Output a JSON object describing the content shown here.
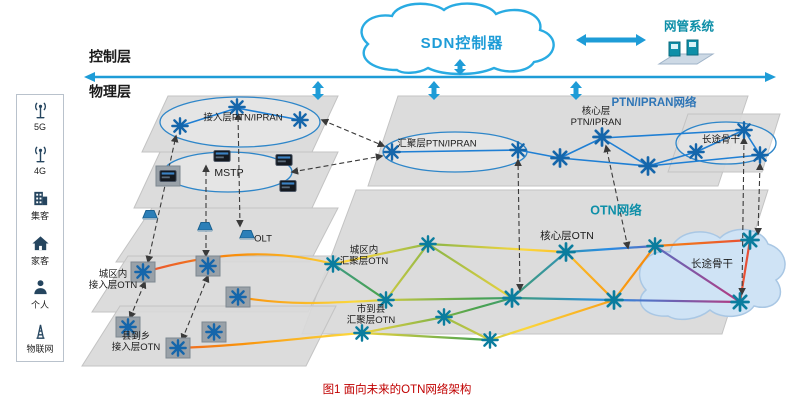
{
  "caption": "图1  面向未来的OTN网络架构",
  "layer_labels": {
    "control": "控制层",
    "physical": "物理层"
  },
  "sdn": {
    "label": "SDN控制器"
  },
  "nms": {
    "label": "网管系统"
  },
  "sidebar": {
    "items": [
      {
        "label": "5G",
        "icon": "antenna-5g-icon"
      },
      {
        "label": "4G",
        "icon": "antenna-4g-icon"
      },
      {
        "label": "集客",
        "icon": "building-icon"
      },
      {
        "label": "家客",
        "icon": "home-icon"
      },
      {
        "label": "个人",
        "icon": "person-icon"
      },
      {
        "label": "物联网",
        "icon": "iot-tower-icon"
      }
    ]
  },
  "ptn": {
    "access": "接入层PTN/IPRAN",
    "aggregation": "汇聚层PTN/IPRAN",
    "core": "核心层\nPTN/IPRAN",
    "network": "PTN/IPRAN网络",
    "longhaul": "长途骨干"
  },
  "legacy": {
    "mstp": "MSTP",
    "olt": "OLT"
  },
  "otn": {
    "network": "OTN网络",
    "core": "核心层OTN",
    "metro_agg": "城区内\n汇聚层OTN",
    "county_agg": "市到县\n汇聚层OTN",
    "metro_access": "城区内\n接入层OTN",
    "county_access": "县到乡\n接入层OTN",
    "longhaul": "长途骨干"
  },
  "colors": {
    "accent_blue": "#1e9cd7",
    "teal": "#0e8fa8",
    "ptn_blue": "#2e75b6",
    "plane_gray": "#d9d9d9",
    "caption_red": "#c00000",
    "cloud_fill": "#cfe3f5"
  }
}
